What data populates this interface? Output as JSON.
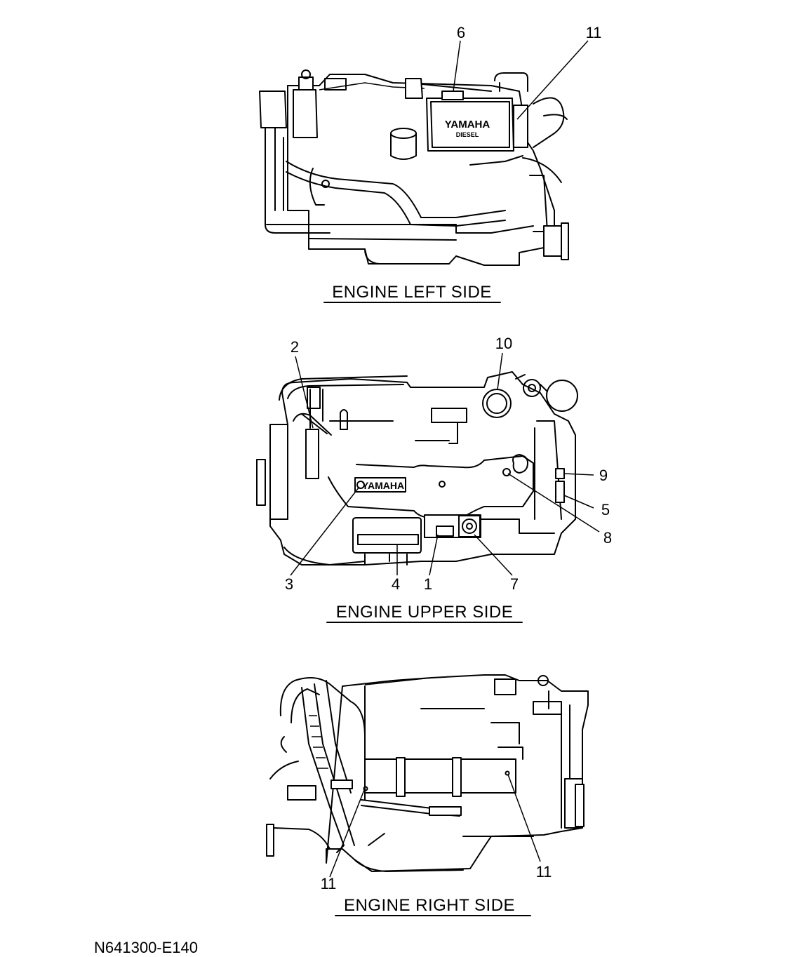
{
  "views": [
    {
      "caption": "ENGINE LEFT SIDE",
      "brand": "YAMAHA",
      "brand_sub": "DIESEL",
      "callouts": [
        "6",
        "11"
      ]
    },
    {
      "caption": "ENGINE UPPER SIDE",
      "brand": "YAMAHA",
      "callouts": [
        "2",
        "10",
        "9",
        "5",
        "8",
        "3",
        "4",
        "1",
        "7"
      ]
    },
    {
      "caption": "ENGINE RIGHT SIDE",
      "callouts": [
        "11",
        "11"
      ]
    }
  ],
  "figure_code": "N641300-E140"
}
